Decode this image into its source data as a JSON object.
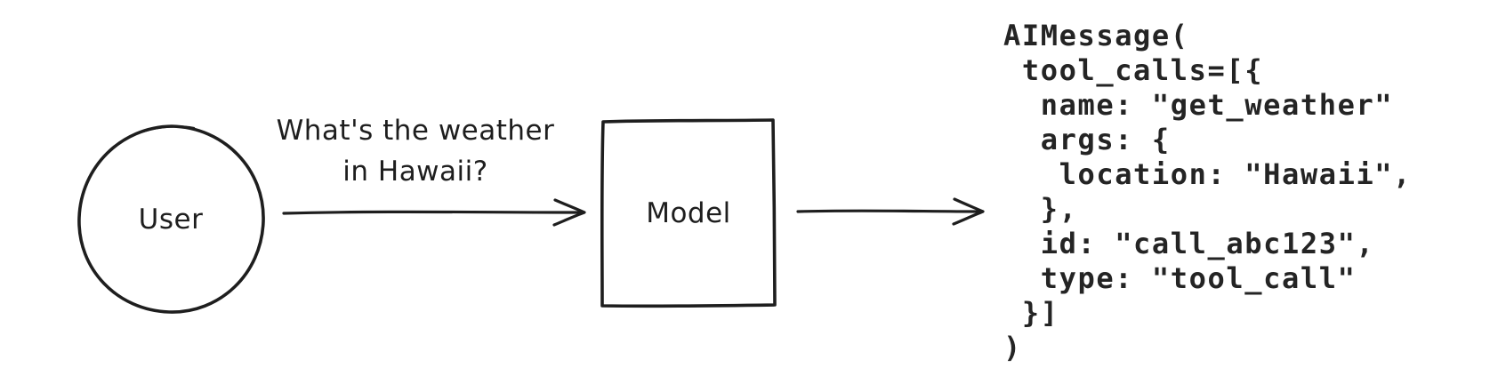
{
  "page": {
    "background_color": "#ffffff"
  },
  "diagram": {
    "ink_color": "#1e1e1e",
    "code_color": "#242424",
    "user_node": {
      "shape": "circle",
      "label": "User"
    },
    "query_arrow": {
      "label_line1": "What's the weather",
      "label_line2": "in Hawaii?"
    },
    "model_node": {
      "shape": "rectangle",
      "label": "Model"
    },
    "output_code": "AIMessage(\n tool_calls=[{\n  name: \"get_weather\"\n  args: {\n   location: \"Hawaii\",\n  },\n  id: \"call_abc123\",\n  type: \"tool_call\"\n }]\n)"
  }
}
